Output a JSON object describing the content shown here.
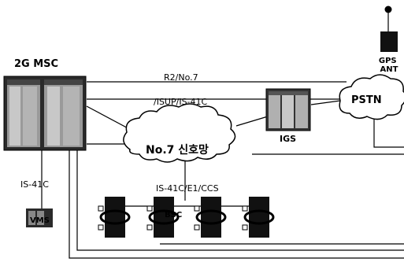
{
  "labels": {
    "msc": "2G MSC",
    "gps": "GPS\nANT",
    "pstn": "PSTN",
    "igs": "IGS",
    "network": "No.7 신호망",
    "link_r2": "R2/No.7",
    "link_isup": "/ISUP/IS-41C",
    "link_is41c_left": "IS-41C",
    "link_bsc": "IS-41C/E1/CCS",
    "vms": "VMS",
    "bsc": "BSC"
  },
  "colors": {
    "line": "#000000",
    "equipment_dark": "#1a1a1a",
    "equipment_gray": "#8a8a8a",
    "equipment_light": "#d8d8d8",
    "background": "#ffffff"
  },
  "icons": {
    "gps": "gps-antenna-icon",
    "msc": "switch-rack-icon",
    "igs": "gateway-rack-icon",
    "bts": "bts-tower-icon",
    "vms": "voicemail-server-icon"
  }
}
